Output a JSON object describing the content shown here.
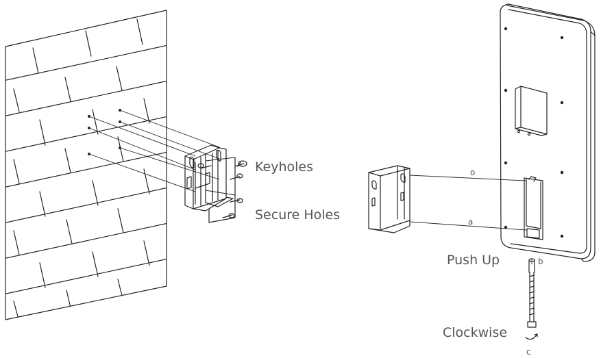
{
  "labels": {
    "keyholes": "Keyholes",
    "secure_holes": "Secure Holes",
    "push_up": "Push Up",
    "clockwise": "Clockwise"
  },
  "markers": {
    "a_top": "o",
    "a_bottom": "a",
    "b": "b",
    "c": "c"
  },
  "colors": {
    "line": "#222222",
    "label": "#555555"
  }
}
